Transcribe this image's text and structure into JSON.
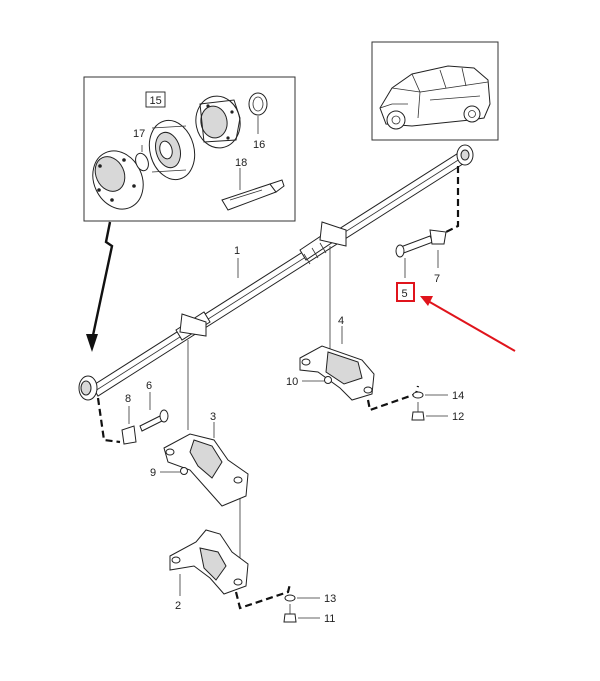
{
  "labels": {
    "p1": "1",
    "p2": "2",
    "p3": "3",
    "p4": "4",
    "p5": "5",
    "p6": "6",
    "p7": "7",
    "p8": "8",
    "p9": "9",
    "p10": "10",
    "p11": "11",
    "p12": "12",
    "p13": "13",
    "p14": "14",
    "p15": "15",
    "p16": "16",
    "p17": "17",
    "p18": "18"
  },
  "colors": {
    "highlight": "#e0141c",
    "line": "#222222",
    "shade": "#d8d8d8"
  },
  "highlighted_part": "5"
}
